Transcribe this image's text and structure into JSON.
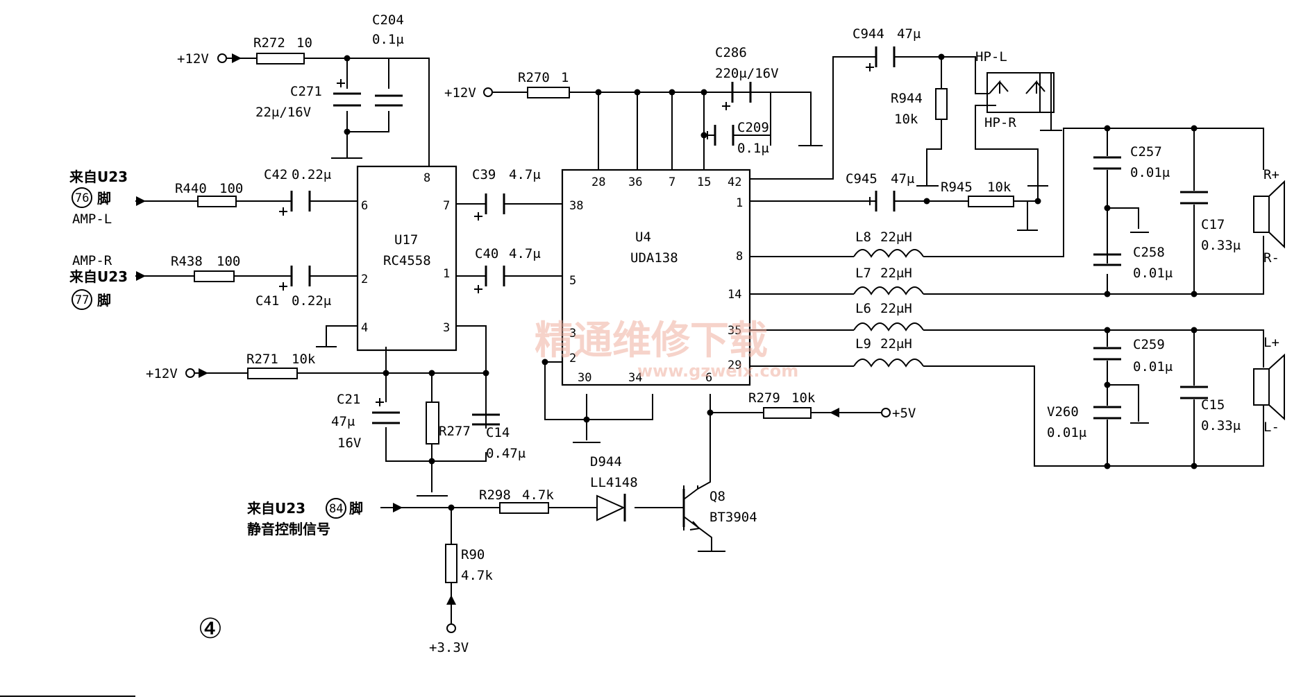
{
  "figure_number": "④",
  "watermark": {
    "text": "精通维修下载",
    "url": "www.gzweix.com"
  },
  "supplies": {
    "v12": "+12V",
    "v5": "+5V",
    "v33": "+3.3V"
  },
  "chips": {
    "u17": {
      "ref": "U17",
      "part": "RC4558",
      "pins": {
        "p8": "8",
        "p6": "6",
        "p7": "7",
        "p2": "2",
        "p1": "1",
        "p4": "4",
        "p3": "3"
      }
    },
    "u4": {
      "ref": "U4",
      "part": "UDA138",
      "pins": {
        "p28": "28",
        "p36": "36",
        "p7": "7",
        "p15": "15",
        "p42": "42",
        "p1": "1",
        "p38": "38",
        "p5": "5",
        "p8": "8",
        "p14": "14",
        "p35": "35",
        "p29": "29",
        "p3": "3",
        "p2": "2",
        "p30": "30",
        "p34": "34",
        "p6": "6"
      }
    }
  },
  "resistors": {
    "r272": {
      "ref": "R272",
      "value": "10"
    },
    "r440": {
      "ref": "R440",
      "value": "100"
    },
    "r438": {
      "ref": "R438",
      "value": "100"
    },
    "r271": {
      "ref": "R271",
      "value": "10k"
    },
    "r277": {
      "ref": "R277",
      "value": ""
    },
    "r270": {
      "ref": "R270",
      "value": "1"
    },
    "r944": {
      "ref": "R944",
      "value": "10k"
    },
    "r945": {
      "ref": "R945",
      "value": "10k"
    },
    "r279": {
      "ref": "R279",
      "value": "10k"
    },
    "r298": {
      "ref": "R298",
      "value": "4.7k"
    },
    "r90": {
      "ref": "R90",
      "value": "4.7k"
    }
  },
  "capacitors": {
    "c204": {
      "ref": "C204",
      "value": "0.1μ"
    },
    "c271": {
      "ref": "C271",
      "value": "22μ/16V"
    },
    "c42": {
      "ref": "C42",
      "value": "0.22μ"
    },
    "c41": {
      "ref": "C41",
      "value": "0.22μ"
    },
    "c39": {
      "ref": "C39",
      "value": "4.7μ"
    },
    "c40": {
      "ref": "C40",
      "value": "4.7μ"
    },
    "c21": {
      "ref": "C21",
      "value": "47μ",
      "rating": "16V"
    },
    "c14": {
      "ref": "C14",
      "value": "0.47μ"
    },
    "c286": {
      "ref": "C286",
      "value": "220μ/16V"
    },
    "c209": {
      "ref": "C209",
      "value": "0.1μ"
    },
    "c944": {
      "ref": "C944",
      "value": "47μ"
    },
    "c945": {
      "ref": "C945",
      "value": "47μ"
    },
    "c257": {
      "ref": "C257",
      "value": "0.01μ"
    },
    "c258": {
      "ref": "C258",
      "value": "0.01μ"
    },
    "c17": {
      "ref": "C17",
      "value": "0.33μ"
    },
    "c259": {
      "ref": "C259",
      "value": "0.01μ"
    },
    "v260": {
      "ref": "V260",
      "value": "0.01μ"
    },
    "c15": {
      "ref": "C15",
      "value": "0.33μ"
    }
  },
  "inductors": {
    "l8": {
      "ref": "L8",
      "value": "22μH"
    },
    "l7": {
      "ref": "L7",
      "value": "22μH"
    },
    "l6": {
      "ref": "L6",
      "value": "22μH"
    },
    "l9": {
      "ref": "L9",
      "value": "22μH"
    }
  },
  "semis": {
    "d944": {
      "ref": "D944",
      "part": "LL4148"
    },
    "q8": {
      "ref": "Q8",
      "part": "BT3904"
    }
  },
  "inputs": {
    "amp_l": {
      "from": "来自U23",
      "pin": "76",
      "pin_suffix": "脚",
      "name": "AMP-L"
    },
    "amp_r": {
      "from": "来自U23",
      "pin": "77",
      "pin_suffix": "脚",
      "name": "AMP-R"
    },
    "mute": {
      "from": "来自U23",
      "pin": "84",
      "pin_suffix": "脚",
      "desc": "静音控制信号"
    }
  },
  "outputs": {
    "hp_l": "HP-L",
    "hp_r": "HP-R",
    "r_plus": "R+",
    "r_minus": "R-",
    "l_plus": "L+",
    "l_minus": "L-"
  }
}
